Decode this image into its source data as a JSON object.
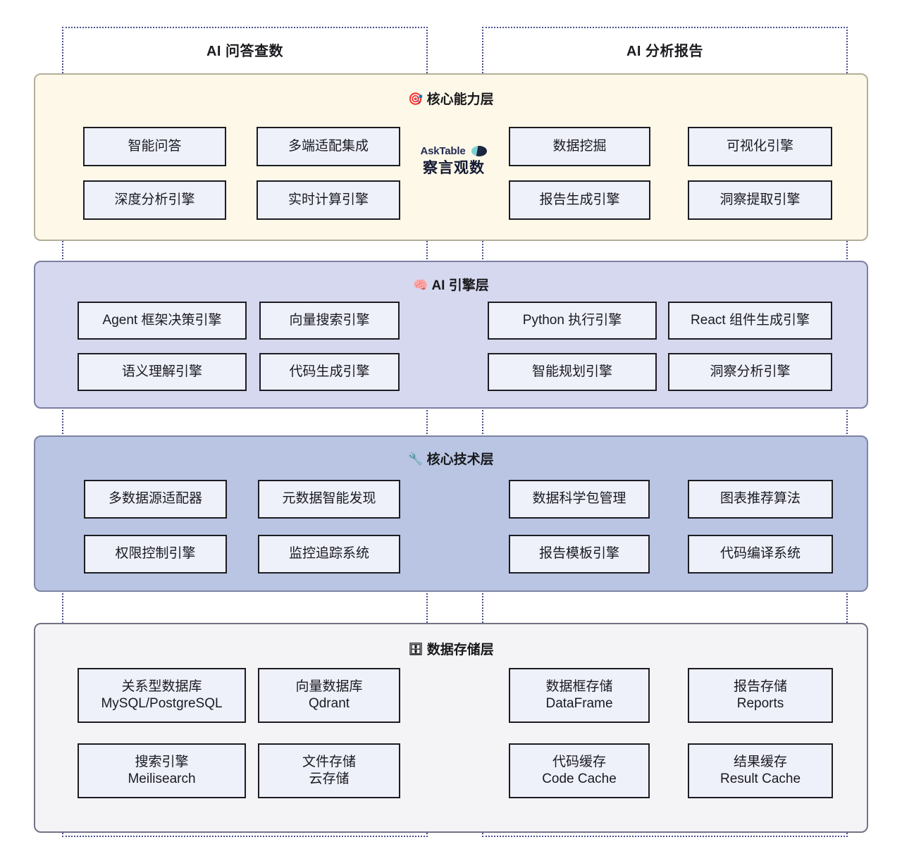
{
  "lanes": [
    {
      "id": "qa",
      "title": "AI 问答查数"
    },
    {
      "id": "report",
      "title": "AI 分析报告"
    }
  ],
  "brand": {
    "name": "AskTable",
    "slogan": "察言观数",
    "mark_icon": "asktable-pill-logo",
    "colors": {
      "word": "#232a52",
      "mark_teal": "#7fd0d4",
      "mark_dark": "#1b2540"
    }
  },
  "layers": [
    {
      "id": "capability",
      "title": "核心能力层",
      "icon": "🎯",
      "icon_name": "dart-target-icon",
      "background": "#fdf8e8",
      "border": "#b3ae99",
      "nodes": {
        "left": [
          [
            "智能问答"
          ],
          [
            "多端适配集成"
          ],
          [
            "深度分析引擎"
          ],
          [
            "实时计算引擎"
          ]
        ],
        "right": [
          [
            "数据挖掘"
          ],
          [
            "可视化引擎"
          ],
          [
            "报告生成引擎"
          ],
          [
            "洞察提取引擎"
          ]
        ]
      }
    },
    {
      "id": "engine",
      "title": "AI 引擎层",
      "icon": "🧠",
      "icon_name": "brain-icon",
      "background": "#d6d8ef",
      "border": "#7d7fa3",
      "nodes": {
        "left": [
          [
            "Agent 框架决策引擎"
          ],
          [
            "向量搜索引擎"
          ],
          [
            "语义理解引擎"
          ],
          [
            "代码生成引擎"
          ]
        ],
        "right": [
          [
            "Python 执行引擎"
          ],
          [
            "React 组件生成引擎"
          ],
          [
            "智能规划引擎"
          ],
          [
            "洞察分析引擎"
          ]
        ]
      }
    },
    {
      "id": "technology",
      "title": "核心技术层",
      "icon": "🔧",
      "icon_name": "wrench-icon",
      "background": "#b9c5e3",
      "border": "#7d84a3",
      "nodes": {
        "left": [
          [
            "多数据源适配器"
          ],
          [
            "元数据智能发现"
          ],
          [
            "权限控制引擎"
          ],
          [
            "监控追踪系统"
          ]
        ],
        "right": [
          [
            "数据科学包管理"
          ],
          [
            "图表推荐算法"
          ],
          [
            "报告模板引擎"
          ],
          [
            "代码编译系统"
          ]
        ]
      }
    },
    {
      "id": "storage",
      "title": "数据存储层",
      "icon": "🗄",
      "icon_name": "file-cabinet-icon",
      "background": "#f4f4f6",
      "border": "#737387",
      "nodes": {
        "left": [
          [
            "关系型数据库",
            "MySQL/PostgreSQL"
          ],
          [
            "向量数据库",
            "Qdrant"
          ],
          [
            "搜索引擎",
            "Meilisearch"
          ],
          [
            "文件存储",
            "云存储"
          ]
        ],
        "right": [
          [
            "数据框存储",
            "DataFrame"
          ],
          [
            "报告存储",
            "Reports"
          ],
          [
            "代码缓存",
            "Code Cache"
          ],
          [
            "结果缓存",
            "Result Cache"
          ]
        ]
      }
    }
  ]
}
